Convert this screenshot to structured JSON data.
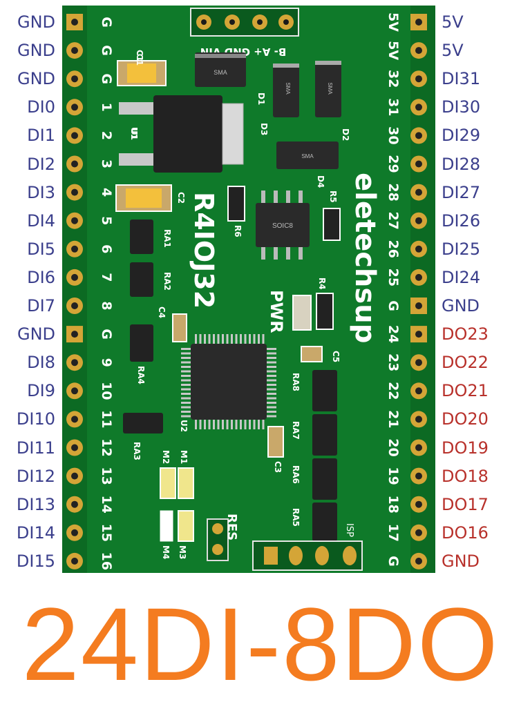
{
  "left_labels": [
    "GND",
    "GND",
    "GND",
    "DI0",
    "DI1",
    "DI2",
    "DI3",
    "DI4",
    "DI5",
    "DI6",
    "DI7",
    "GND",
    "DI8",
    "DI9",
    "DI10",
    "DI11",
    "DI12",
    "DI13",
    "DI14",
    "DI15"
  ],
  "right_labels": [
    "5V",
    "5V",
    "DI31",
    "DI30",
    "DI29",
    "DI28",
    "DI27",
    "DI26",
    "DI25",
    "DI24",
    "GND",
    "DO23",
    "DO22",
    "DO21",
    "DO20",
    "DO19",
    "DO18",
    "DO17",
    "DO16",
    "GND"
  ],
  "right_colors": [
    "blue",
    "blue",
    "blue",
    "blue",
    "blue",
    "blue",
    "blue",
    "blue",
    "blue",
    "blue",
    "blue",
    "red",
    "red",
    "red",
    "red",
    "red",
    "red",
    "red",
    "red",
    "red"
  ],
  "board": {
    "left_silk": [
      "G",
      "G",
      "G",
      "1",
      "2",
      "3",
      "4",
      "5",
      "6",
      "7",
      "8",
      "G",
      "9",
      "10",
      "11",
      "12",
      "13",
      "14",
      "15",
      "16"
    ],
    "right_silk": [
      "5V",
      "5V",
      "32",
      "31",
      "30",
      "29",
      "28",
      "27",
      "26",
      "25",
      "G",
      "24",
      "23",
      "22",
      "21",
      "20",
      "19",
      "18",
      "17",
      "G"
    ],
    "model": "R4IOJ32",
    "brand": "eletechsup",
    "pwr": "PWR",
    "power_header": "B- A+ GND VIN",
    "res": "RES",
    "isp": "ISP",
    "silk_refs": [
      "C1",
      "U1",
      "D1",
      "D3",
      "D2",
      "D4",
      "R5",
      "R6",
      "C2",
      "RA1",
      "RA2",
      "C4",
      "RA4",
      "RA3",
      "U2",
      "M2",
      "M1",
      "M4",
      "M3",
      "C3",
      "RA8",
      "RA7",
      "RA6",
      "RA5",
      "R4",
      "C5"
    ],
    "chip_labels": [
      "SMA",
      "SMA",
      "SMA",
      "SMA",
      "SOIC8"
    ]
  },
  "colors": {
    "pcb": "#0f7a2a",
    "silk": "#ffffff",
    "title": "#f47c20",
    "label_blue": "#3b3f8c",
    "label_red": "#b8312b"
  },
  "product_title": "24DI-8DO"
}
